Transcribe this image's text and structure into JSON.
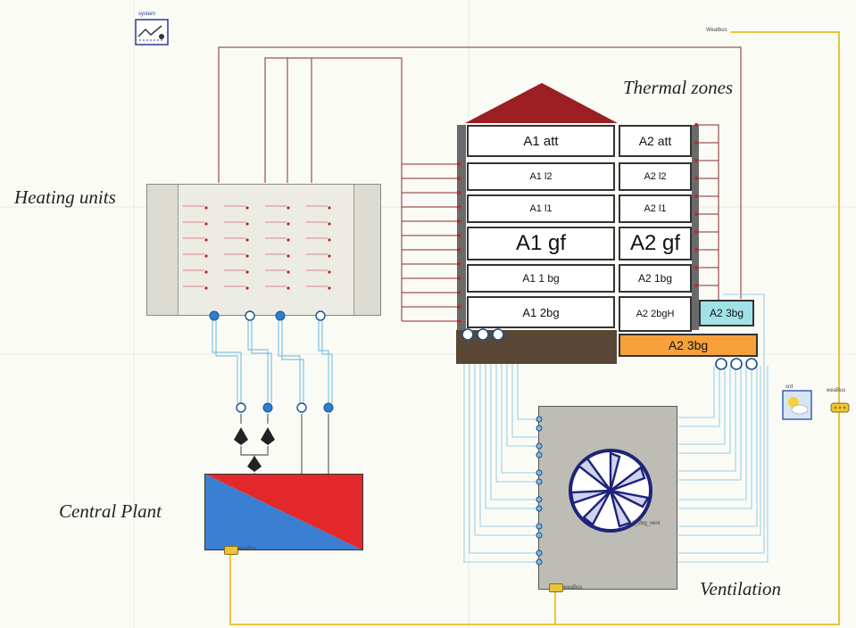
{
  "labels": {
    "thermal_zones": "Thermal zones",
    "heating_units": "Heating units",
    "central_plant": "Central Plant",
    "ventilation": "Ventilation"
  },
  "zones_a1": [
    "A1 att",
    "A1 l2",
    "A1 l1",
    "A1 gf",
    "A1 1 bg",
    "A1 2bg"
  ],
  "zones_a2": [
    "A2 att",
    "A2 l2",
    "A2 l1",
    "A2 gf",
    "A2 1bg",
    "A2 2bgH"
  ],
  "zone_a2_3bg_small": "A2 3bg",
  "zone_a2_3bg": "A2 3bg",
  "system_block": {
    "label": "system"
  },
  "weather_bus_label": "Weatbus",
  "weather": {
    "label_left": "srd",
    "label_right": "weaBus"
  },
  "central_plant_bus": "weaBus",
  "ventilation_bus": "weaBus",
  "ventilation_zone_label": "A2_2bg_vent",
  "colors": {
    "roof": "#9b1e22",
    "basement": "#5a4634",
    "plant_red": "#e3282c",
    "plant_blue": "#3a7fd1",
    "orange_zone": "#f7a13b",
    "cyan_zone": "#9fe3e8",
    "wire_red": "#8a2a2a",
    "wire_blue": "#7fc4e0",
    "wire_yellow": "#e9c53b"
  },
  "icons": [
    "pump-icon",
    "fan-wheel-icon",
    "sun-cloud-icon",
    "system-icon",
    "bus-connector-icon"
  ]
}
